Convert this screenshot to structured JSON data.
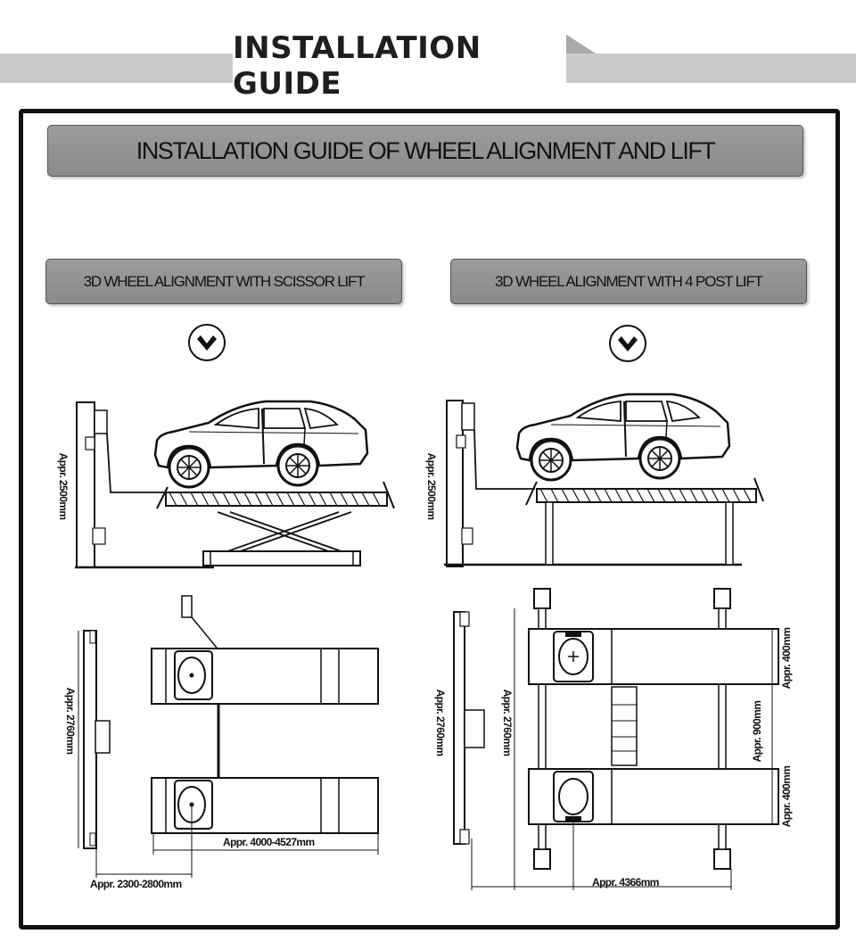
{
  "header": {
    "title": "INSTALLATION GUIDE"
  },
  "main": {
    "title": "INSTALLATION GUIDE OF WHEEL ALIGNMENT AND LIFT",
    "left": {
      "label": "3D WHEEL ALIGNMENT WITH SCISSOR LIFT",
      "height_dim": "Appr. 2500mm",
      "cabinet_dim": "Appr. 2760mm",
      "length_dim": "Appr. 4000-4527mm",
      "distance_dim": "Appr. 2300-2800mm"
    },
    "right": {
      "label": "3D WHEEL ALIGNMENT WITH 4 POST LIFT",
      "height_dim": "Appr. 2500mm",
      "cabinet_dim": "Appr. 2760mm",
      "runway_dim": "Appr. 2760mm",
      "width_top_dim": "Appr. 400mm",
      "gap_dim": "Appr. 900mm",
      "width_bottom_dim": "Appr. 400mm",
      "length_dim": "Appr. 4366mm"
    }
  }
}
